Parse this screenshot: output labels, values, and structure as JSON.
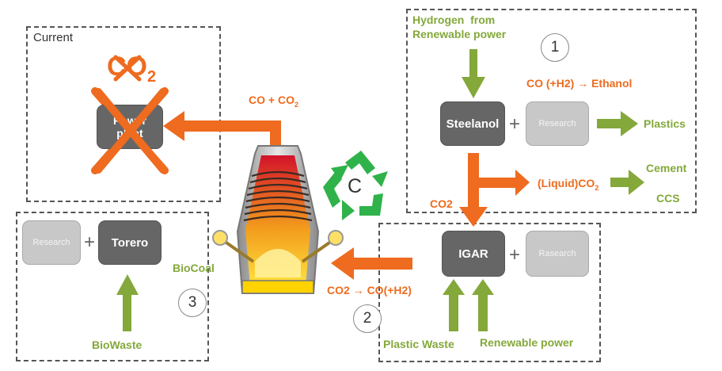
{
  "current_box": {
    "title": "Current",
    "power_plant": "Power plant",
    "co2_main": "CO",
    "co2_sub": "2"
  },
  "flue": {
    "label_main": "CO + CO",
    "label_sub": "2"
  },
  "option1": {
    "number": "1",
    "hydrogen_label": "Hydrogen  from\nRenewable power",
    "reaction": "CO (+H2) → Ethanol",
    "steelanol": "Steelanol",
    "research": "Research",
    "plastics": "Plastics",
    "liquid_main": "(Liquid)CO",
    "liquid_sub": "2",
    "cement": "Cement",
    "ccs": "CCS",
    "co2_down": "CO2"
  },
  "option2": {
    "number": "2",
    "igar": "IGAR",
    "research": "Rasearch",
    "reaction": "CO2 → CO(+H2)",
    "plastic_waste": "Plastic Waste",
    "renewable_power": "Renewable power"
  },
  "option3": {
    "number": "3",
    "research": "Research",
    "torero": "Torero",
    "biocoal": "BioCoal",
    "biowaste": "BioWaste"
  },
  "recycle": {
    "letter": "C"
  },
  "plus_sign": "+",
  "colors": {
    "orange": "#ee6b1f",
    "green": "#84a83a",
    "dark_box": "#666666",
    "light_box": "#c8c8c8",
    "recycle": "#2fb24a"
  },
  "icons": [
    "blast-furnace-icon",
    "recycle-icon",
    "cross-icon"
  ]
}
